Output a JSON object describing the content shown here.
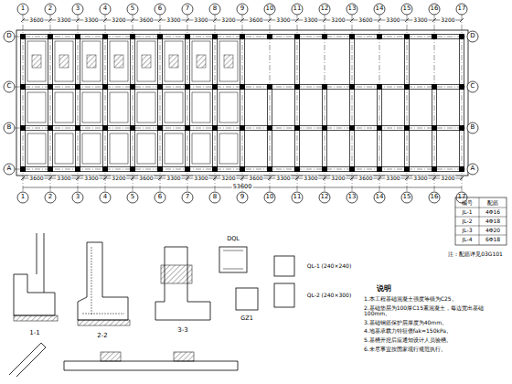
{
  "diagram": {
    "labels": [
      "1",
      "2",
      "3",
      "4",
      "5",
      "6",
      "7",
      "8",
      "9",
      "10",
      "11",
      "12",
      "13",
      "14",
      "15",
      "16",
      "17",
      "1",
      "2",
      "3",
      "4",
      "5",
      "6",
      "7",
      "8",
      "9",
      "10",
      "11",
      "12",
      "13",
      "14",
      "15",
      "16",
      "17",
      "D",
      "C",
      "B",
      "A",
      "D",
      "C",
      "B",
      "A",
      "3600",
      "3300",
      "3300",
      "3200",
      "3600",
      "3300",
      "3300",
      "3200",
      "3600",
      "3300",
      "3300",
      "3200",
      "3600",
      "3300",
      "3300",
      "3200",
      "3600",
      "3300",
      "3300",
      "3200",
      "3600",
      "3300",
      "3300",
      "3200",
      "3600",
      "3300",
      "3300",
      "3200",
      "3600",
      "3300",
      "3300",
      "3200",
      "53600",
      "1-1",
      "2-2",
      "3-3",
      "DQL",
      "GZ1",
      "QL-1 (240×240)",
      "QL-2 (240×300)",
      "说明",
      "1.本工程基础混凝土强度等级为C25。",
      "2.基础垫层为100厚C15素混凝土，每边宽出基础100mm。",
      "3.基础钢筋保护层厚度为40mm。",
      "4.地基承载力特征值fak=150kPa。",
      "5.基槽开挖后应通知设计人员验槽。",
      "6.未尽事宜按国家现行规范执行。",
      "编号",
      "配筋",
      "JL-1",
      "4Φ16",
      "JL-2",
      "4Φ18",
      "JL-3",
      "4Φ20",
      "JL-4",
      "6Φ18",
      "注：配筋详见03G101"
    ]
  }
}
